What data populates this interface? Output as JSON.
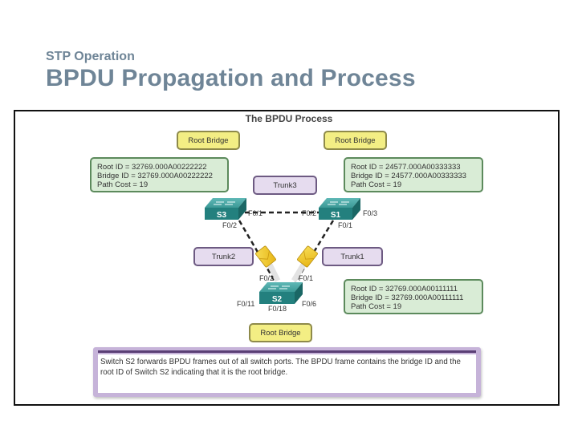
{
  "header": {
    "subtitle": "STP Operation",
    "title": "BPDU Propagation and Process"
  },
  "diagram": {
    "title": "The BPDU Process",
    "root_bridge_labels": {
      "s3": "Root Bridge",
      "s1": "Root Bridge",
      "s2": "Root Bridge"
    },
    "info_boxes": {
      "s3": {
        "root_id": "Root ID = 32769.000A00222222",
        "bridge_id": "Bridge ID = 32769.000A00222222",
        "path_cost": "Path Cost = 19"
      },
      "s1": {
        "root_id": "Root ID = 24577.000A00333333",
        "bridge_id": "Bridge ID = 24577.000A00333333",
        "path_cost": "Path Cost = 19"
      },
      "s2": {
        "root_id": "Root ID = 32769.000A00111111",
        "bridge_id": "Bridge ID = 32769.000A00111111",
        "path_cost": "Path Cost = 19"
      }
    },
    "trunks": {
      "trunk3": "Trunk3",
      "trunk2": "Trunk2",
      "trunk1": "Trunk1"
    },
    "switches": {
      "s3": "S3",
      "s1": "S1",
      "s2": "S2"
    },
    "ports": {
      "s3_f01": "F0/1",
      "s3_f02": "F0/2",
      "s1_f02": "F0/2",
      "s1_f03": "F0/3",
      "s1_f01": "F0/1",
      "s2_f02": "F0/2",
      "s2_f01": "F0/1",
      "s2_f011": "F0/11",
      "s2_f018": "F0/18",
      "s2_f06": "F0/6"
    },
    "icons": {
      "switch": "switch-icon",
      "bpdu": "envelope-icon"
    },
    "colors": {
      "switch": "#2e8d8d",
      "root_bridge_fill": "#f3ee84",
      "info_fill": "#d9ecd6",
      "trunk_fill": "#e6dcef",
      "bpdu": "#f0cc2a"
    }
  },
  "caption": {
    "text": "Switch S2 forwards BPDU frames out of all switch ports. The BPDU frame contains the bridge ID and the root ID of Switch S2 indicating that it is the root bridge."
  }
}
